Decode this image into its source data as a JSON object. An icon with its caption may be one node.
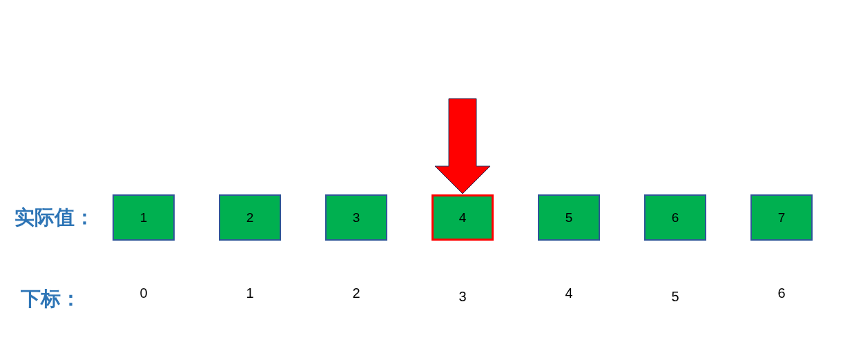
{
  "diagram": {
    "nodes": [
      {
        "text": [
          "1"
        ]
      },
      {
        "text": [
          "2"
        ]
      },
      {
        "text": [
          "3"
        ]
      },
      {
        "text": [
          "4"
        ]
      },
      {
        "text": [
          "5"
        ]
      },
      {
        "text": [
          "6"
        ]
      },
      {
        "text": [
          "7"
        ]
      }
    ],
    "edges": [
      {
        "from": null,
        "to": 3,
        "arrow": "to",
        "style": "thick",
        "color": "#ff0000"
      }
    ],
    "labels": [
      "实际值：",
      "下标：",
      "0",
      "1",
      "2",
      "3",
      "4",
      "5",
      "6"
    ]
  }
}
